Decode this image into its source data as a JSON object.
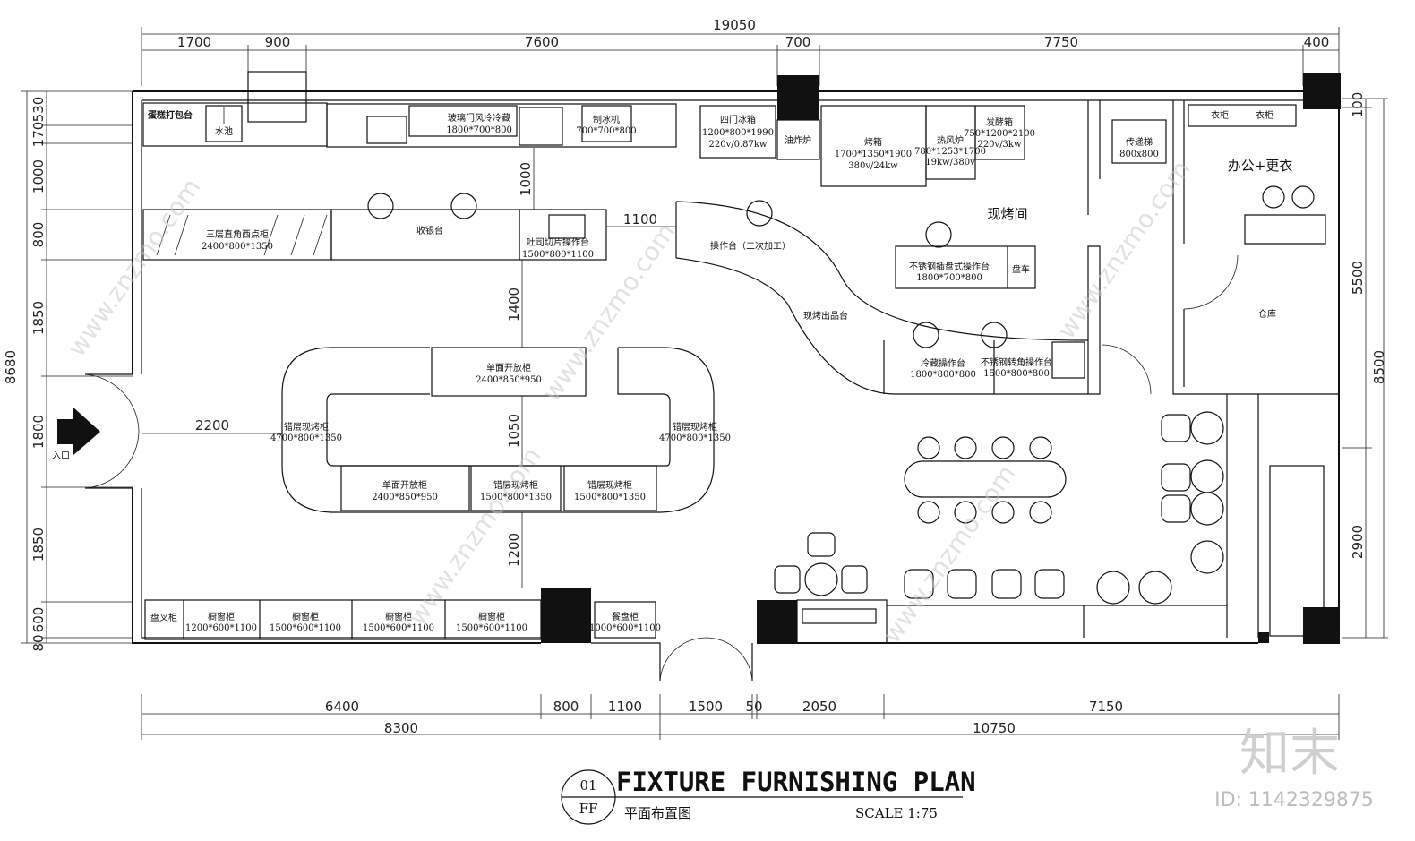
{
  "top_dims": {
    "overall": "19050",
    "segments": [
      "1700",
      "900",
      "7600",
      "700",
      "7750",
      "400"
    ]
  },
  "bottom_dims": {
    "row1": [
      "6400",
      "800",
      "1100",
      "1500",
      "50",
      "2050",
      "7150"
    ],
    "row2": [
      "8300",
      "10750"
    ]
  },
  "left_dims": {
    "overall": "8680",
    "segments": [
      "530",
      "170",
      "1000",
      "800",
      "1850",
      "1800",
      "1850",
      "600",
      "80"
    ]
  },
  "right_dims": {
    "inner": [
      "100",
      "5500",
      "2900"
    ],
    "overall": "8500"
  },
  "interior_dims": [
    "1000",
    "1100",
    "1400",
    "2200",
    "1050",
    "1200"
  ],
  "rooms": {
    "bake_room": "现烤间",
    "office": "办公+更衣",
    "storage": "仓库",
    "entrance": "入口"
  },
  "fixtures": {
    "cake_pack": "蛋糕打包台",
    "sink1": "水池",
    "glass_fridge": "玻璃门风冷冷藏",
    "glass_fridge_size": "1800*700*800",
    "ice_maker": "制冰机",
    "ice_maker_size": "700*700*800",
    "four_door": "四门冰箱",
    "four_door_size": "1200*800*1990",
    "four_door_power": "220v/0.87kw",
    "fryer": "油炸炉",
    "oven": "烤箱",
    "oven_size": "1700*1350*1900",
    "oven_power": "380v/24kw",
    "hot_air": "热风炉",
    "hot_air_size": "780*1253*1700",
    "hot_air_power": "19kw/380v",
    "proofer": "发酵箱",
    "proofer_size": "750*1200*2100",
    "proofer_power": "220v/3kw",
    "lift": "传递梯",
    "lift_size": "800x800",
    "locker1": "衣柜",
    "locker2": "衣柜",
    "western_cab": "三层直角西点柜",
    "western_cab_size": "2400*800*1350",
    "cashier": "收银台",
    "toast_table": "吐司切片操作台",
    "toast_table_size": "1500*800*1100",
    "work_table": "操作台（二次加工）",
    "ss_table": "不锈钢插盘式操作台",
    "ss_table_size": "1800*700*800",
    "pan_cart": "盘车",
    "out_table": "现烤出品台",
    "cold_table": "冷藏操作台",
    "cold_table_size": "1800*800*800",
    "corner_table": "不锈钢转角操作台",
    "corner_table_size": "1500*800*800",
    "open_cab_top": "单面开放柜",
    "open_cab_top_size": "2400*850*950",
    "tier_left": "错层现烤柜",
    "tier_left_size": "4700*800*1350",
    "tier_right": "错层现烤柜",
    "tier_right_size": "4700*800*1350",
    "open_cab_bot": "单面开放柜",
    "open_cab_bot_size": "2400*850*950",
    "tier_b1": "错层现烤柜",
    "tier_b1_size": "1500*800*1350",
    "tier_b2": "错层现烤柜",
    "tier_b2_size": "1500*800*1350",
    "fork_cab": "盘叉柜",
    "win_cab1": "橱窗柜",
    "win_cab1_size": "1200*600*1100",
    "win_cab2": "橱窗柜",
    "win_cab2_size": "1500*600*1100",
    "win_cab3": "橱窗柜",
    "win_cab3_size": "1500*600*1100",
    "win_cab4": "橱窗柜",
    "win_cab4_size": "1500*600*1100",
    "plate_cab": "餐盘柜",
    "plate_cab_size": "1000*600*1100"
  },
  "title_block": {
    "num": "01",
    "floor": "FF",
    "title_en": "FIXTURE FURNISHING PLAN",
    "title_cn": "平面布置图",
    "scale": "SCALE 1:75"
  },
  "watermark": {
    "brand": "知末",
    "id": "ID: 1142329875",
    "diag": "www.znzmo.com"
  }
}
